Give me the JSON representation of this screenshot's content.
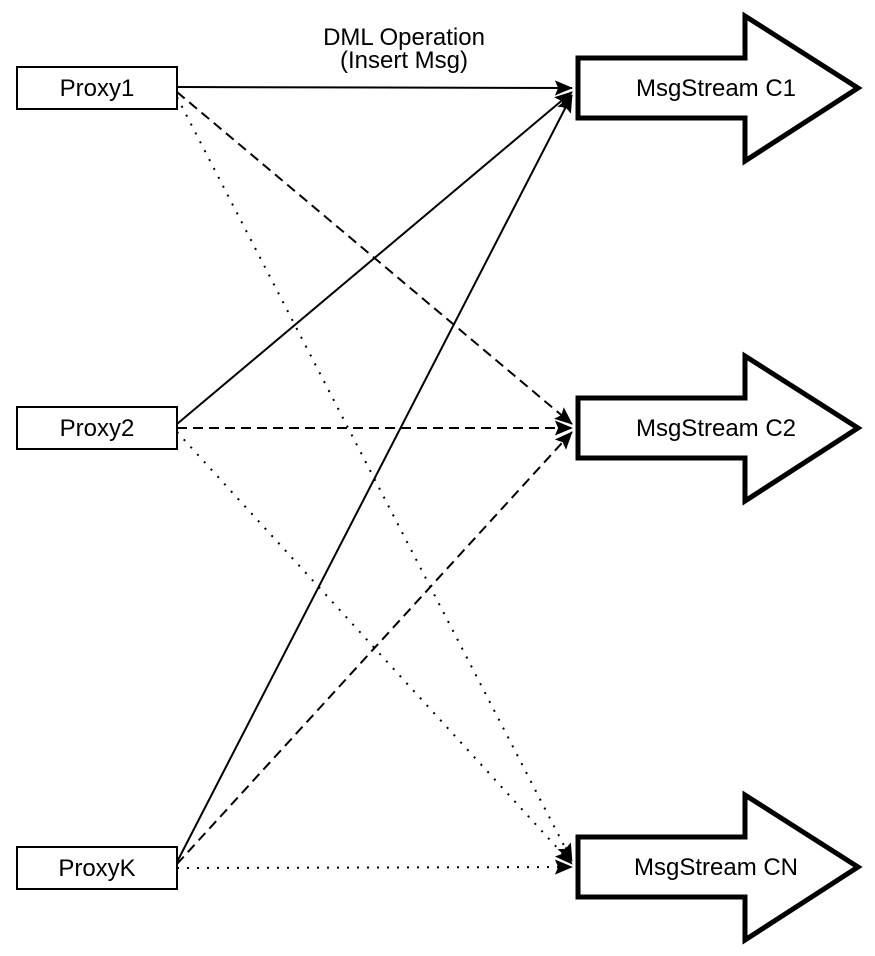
{
  "diagram": {
    "annotation": {
      "line1": "DML Operation",
      "line2": "(Insert Msg)"
    },
    "proxies": [
      {
        "id": "proxy1",
        "label": "Proxy1"
      },
      {
        "id": "proxy2",
        "label": "Proxy2"
      },
      {
        "id": "proxyK",
        "label": "ProxyK"
      }
    ],
    "streams": [
      {
        "id": "c1",
        "label": "MsgStream C1"
      },
      {
        "id": "c2",
        "label": "MsgStream C2"
      },
      {
        "id": "cn",
        "label": "MsgStream CN"
      }
    ],
    "edges": [
      {
        "from": "proxy1",
        "to": "c1",
        "style": "solid"
      },
      {
        "from": "proxy2",
        "to": "c1",
        "style": "solid"
      },
      {
        "from": "proxyK",
        "to": "c1",
        "style": "solid"
      },
      {
        "from": "proxy1",
        "to": "c2",
        "style": "dashed"
      },
      {
        "from": "proxy2",
        "to": "c2",
        "style": "dashed"
      },
      {
        "from": "proxyK",
        "to": "c2",
        "style": "dashed"
      },
      {
        "from": "proxy1",
        "to": "cn",
        "style": "dotted"
      },
      {
        "from": "proxy2",
        "to": "cn",
        "style": "dotted"
      },
      {
        "from": "proxyK",
        "to": "cn",
        "style": "dotted"
      }
    ],
    "colors": {
      "stroke": "#000000",
      "fill": "#ffffff",
      "background": "#ffffff"
    }
  }
}
